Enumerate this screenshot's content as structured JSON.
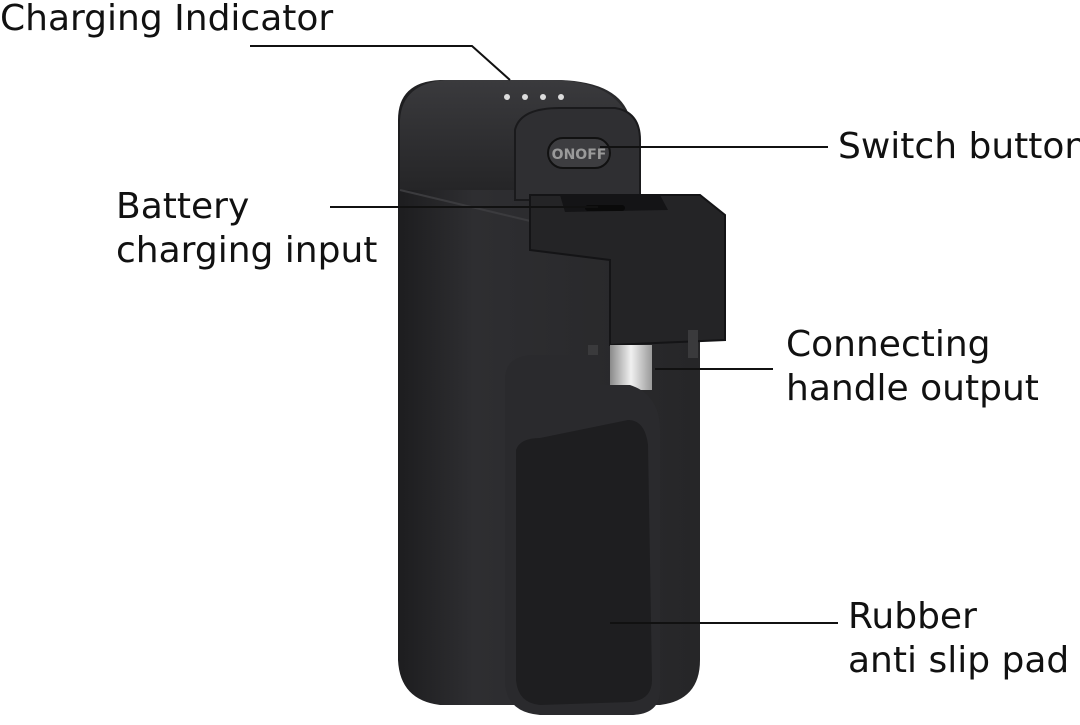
{
  "annotations": {
    "charging_indicator": "Charging Indicator",
    "switch_button": "Switch button",
    "battery_input": [
      "Battery",
      "charging input"
    ],
    "handle_output": [
      "Connecting",
      "handle output"
    ],
    "rubber_pad": [
      "Rubber",
      "anti slip pad"
    ]
  },
  "device": {
    "button_text": "ONOFF",
    "indicator_led_count": 4
  },
  "colors": {
    "body": "#2a2a2c",
    "body_dark": "#1c1c1e",
    "pad": "#232325",
    "text": "#111111"
  }
}
